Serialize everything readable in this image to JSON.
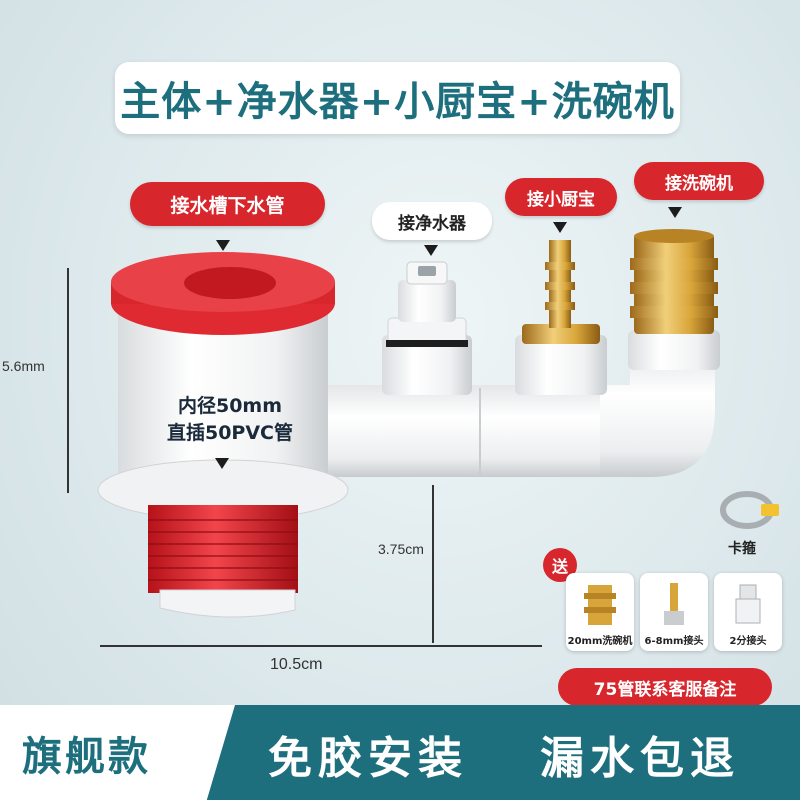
{
  "title": "主体+净水器+小厨宝+洗碗机",
  "tags": {
    "sink_drain": "接水槽下水管",
    "water_purifier": "接净水器",
    "kitchen_heater": "接小厨宝",
    "dishwasher": "接洗碗机"
  },
  "dimensions": {
    "height": "5.6mm",
    "branch_height": "3.75cm",
    "width": "10.5cm"
  },
  "inner_spec": {
    "line1": "内径50mm",
    "line2": "直插50PVC管"
  },
  "gifts": {
    "send_label": "送",
    "clamp_label": "卡箍",
    "items": [
      "20mm洗碗机",
      "6-8mm接头",
      "2分接头"
    ]
  },
  "note": "75管联系客服备注",
  "badge": "旗舰款",
  "slogans": [
    "免胶安装",
    "漏水包退"
  ],
  "colors": {
    "accent_red": "#d7262c",
    "brand_teal": "#1e6f7e",
    "brass": "#d8a53a"
  }
}
